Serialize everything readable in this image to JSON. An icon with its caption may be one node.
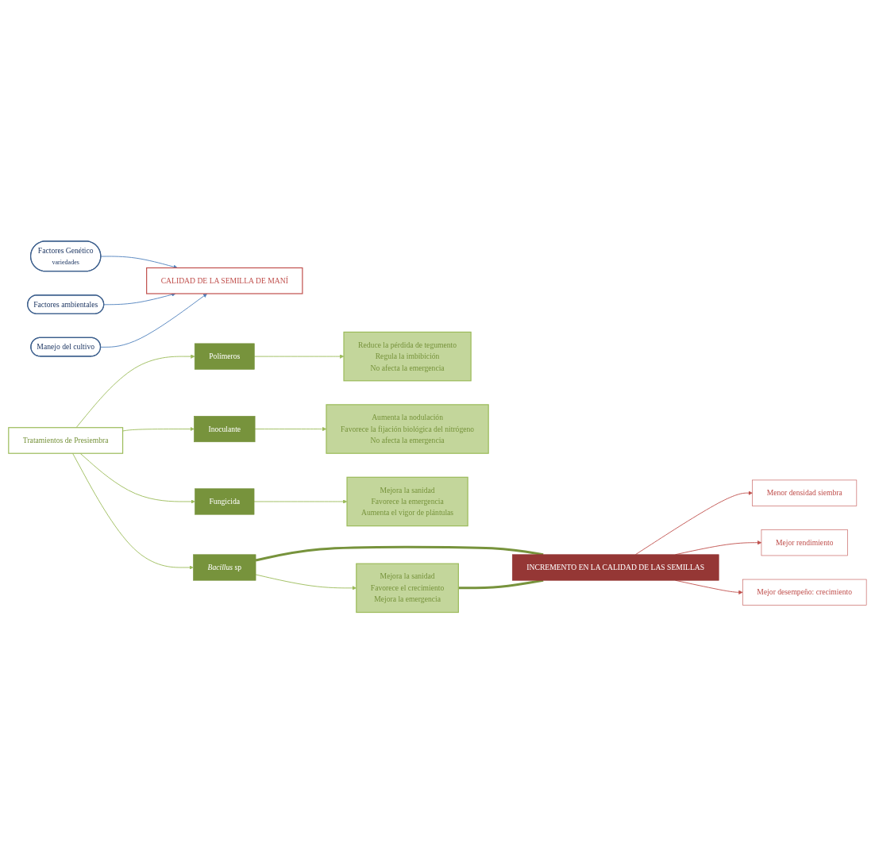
{
  "diagram": {
    "nodes": [
      {
        "text": [
          "Factores Genético",
          "variedades"
        ]
      },
      {
        "text": [
          "Factores ambientales"
        ]
      },
      {
        "text": [
          "Manejo del cultivo"
        ]
      },
      {
        "text": [
          "CALIDAD DE LA SEMILLA DE MANÍ"
        ]
      },
      {
        "text": [
          "Tratamientos de Presiembra"
        ]
      },
      {
        "text": [
          "Polímeros"
        ]
      },
      {
        "text": [
          "Reduce la pérdida de tegumento",
          "Regula la imbibición",
          "No afecta la emergencia"
        ]
      },
      {
        "text": [
          "Inoculante"
        ]
      },
      {
        "text": [
          "Aumenta la nodulación",
          "Favorece la fijación biológica del nitrógeno",
          "No afecta la emergencia"
        ]
      },
      {
        "text": [
          "Fungicida"
        ]
      },
      {
        "text": [
          "Mejora la sanidad",
          "Favorece la emergencia",
          "Aumenta el vigor de plántulas"
        ]
      },
      {
        "text": [
          "*Bacillus* sp"
        ]
      },
      {
        "text": [
          "Mejora la sanidad",
          "Favorece el crecimiento",
          "Mejora la emergencia"
        ]
      },
      {
        "text": [
          "INCREMENTO EN LA CALIDAD DE LAS SEMILLAS"
        ]
      },
      {
        "text": [
          "Menor densidad siembra"
        ]
      },
      {
        "text": [
          "Mejor rendimiento"
        ]
      },
      {
        "text": [
          "Mejor desempeño: crecimiento"
        ]
      }
    ],
    "edges": [
      {
        "from": 0,
        "to": 3,
        "arrow": "to",
        "color": "#4f81bd"
      },
      {
        "from": 1,
        "to": 3,
        "arrow": "to",
        "color": "#4f81bd"
      },
      {
        "from": 2,
        "to": 3,
        "arrow": "to",
        "color": "#4f81bd"
      },
      {
        "from": 4,
        "to": 5,
        "arrow": "to"
      },
      {
        "from": 4,
        "to": 7,
        "arrow": "to"
      },
      {
        "from": 4,
        "to": 9,
        "arrow": "to"
      },
      {
        "from": 4,
        "to": 11,
        "arrow": "to"
      },
      {
        "from": 5,
        "to": 6,
        "arrow": "to"
      },
      {
        "from": 7,
        "to": 8,
        "arrow": "to"
      },
      {
        "from": 9,
        "to": 10,
        "arrow": "to"
      },
      {
        "from": 11,
        "to": 12,
        "arrow": "to"
      },
      {
        "from": 11,
        "to": 13,
        "arrow": "none",
        "style": "thick",
        "color": "#77933c"
      },
      {
        "from": 12,
        "to": 13,
        "arrow": "none",
        "style": "thick",
        "color": "#77933c"
      },
      {
        "from": 13,
        "to": 14,
        "arrow": "to",
        "color": "#c0504d"
      },
      {
        "from": 13,
        "to": 15,
        "arrow": "to",
        "color": "#c0504d"
      },
      {
        "from": 13,
        "to": 16,
        "arrow": "to",
        "color": "#c0504d"
      }
    ]
  }
}
